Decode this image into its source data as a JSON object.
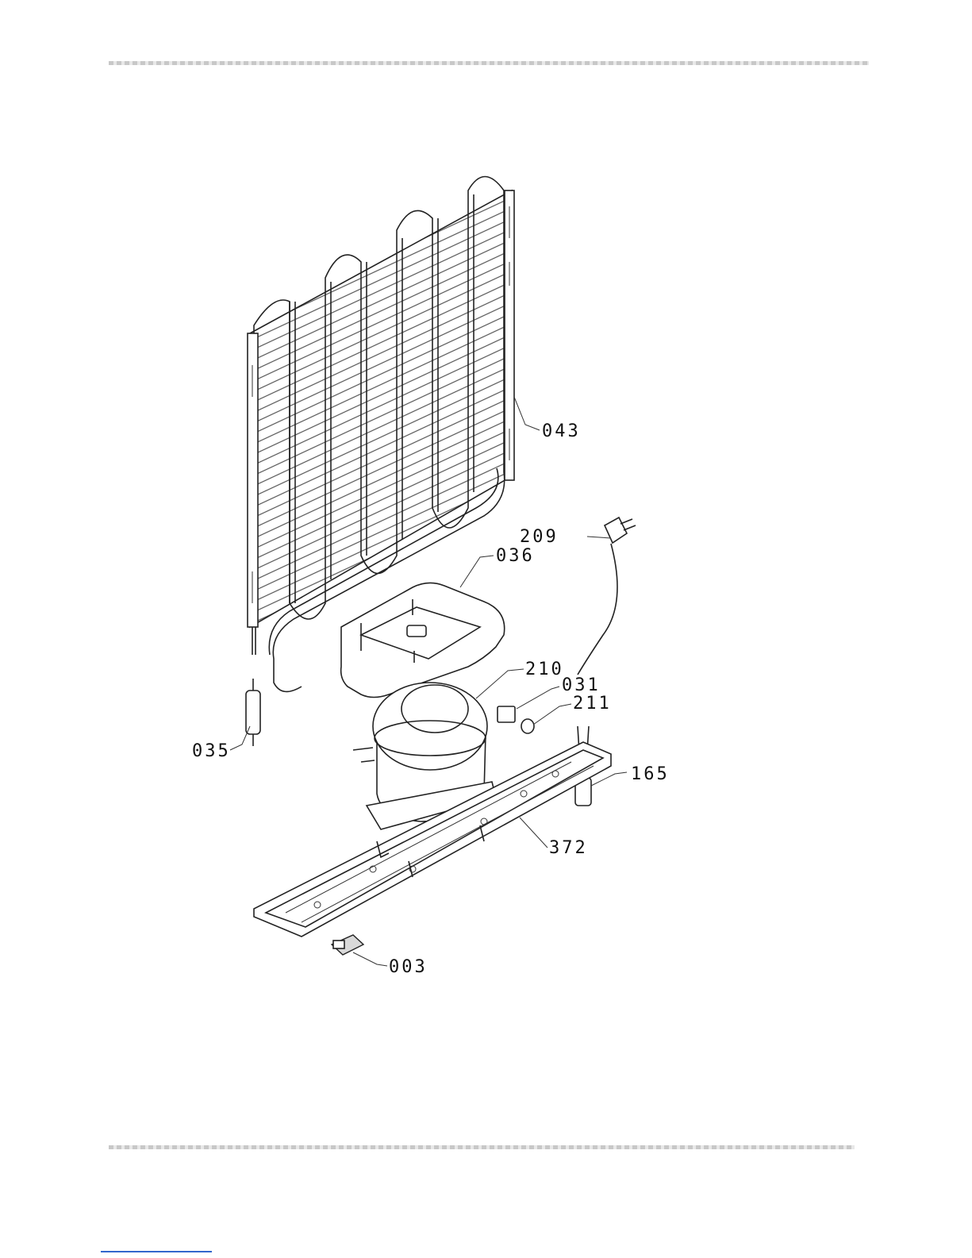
{
  "callouts": {
    "c043": "043",
    "c209": "209",
    "c036": "036",
    "c210": "210",
    "c031": "031",
    "c211": "211",
    "c035": "035",
    "c165": "165",
    "c372": "372",
    "c003": "003"
  }
}
